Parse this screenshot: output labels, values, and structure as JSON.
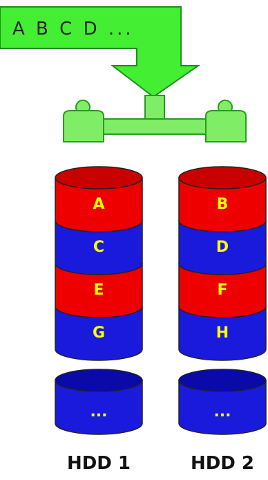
{
  "input": {
    "label": "A B C D ...",
    "color": "#44ee33"
  },
  "bus": {
    "color": "#7fee66"
  },
  "colors": {
    "red": "#ee0000",
    "red_dark": "#c80000",
    "blue": "#1a1adc",
    "blue_dark": "#0a0aa8",
    "outline": "#222222"
  },
  "drives": [
    {
      "name": "HDD 1",
      "segments": [
        {
          "label": "A",
          "color": "red"
        },
        {
          "label": "C",
          "color": "blue"
        },
        {
          "label": "E",
          "color": "red"
        },
        {
          "label": "G",
          "color": "blue"
        }
      ],
      "overflow_label": "..."
    },
    {
      "name": "HDD 2",
      "segments": [
        {
          "label": "B",
          "color": "red"
        },
        {
          "label": "D",
          "color": "blue"
        },
        {
          "label": "F",
          "color": "red"
        },
        {
          "label": "H",
          "color": "blue"
        }
      ],
      "overflow_label": "..."
    }
  ]
}
